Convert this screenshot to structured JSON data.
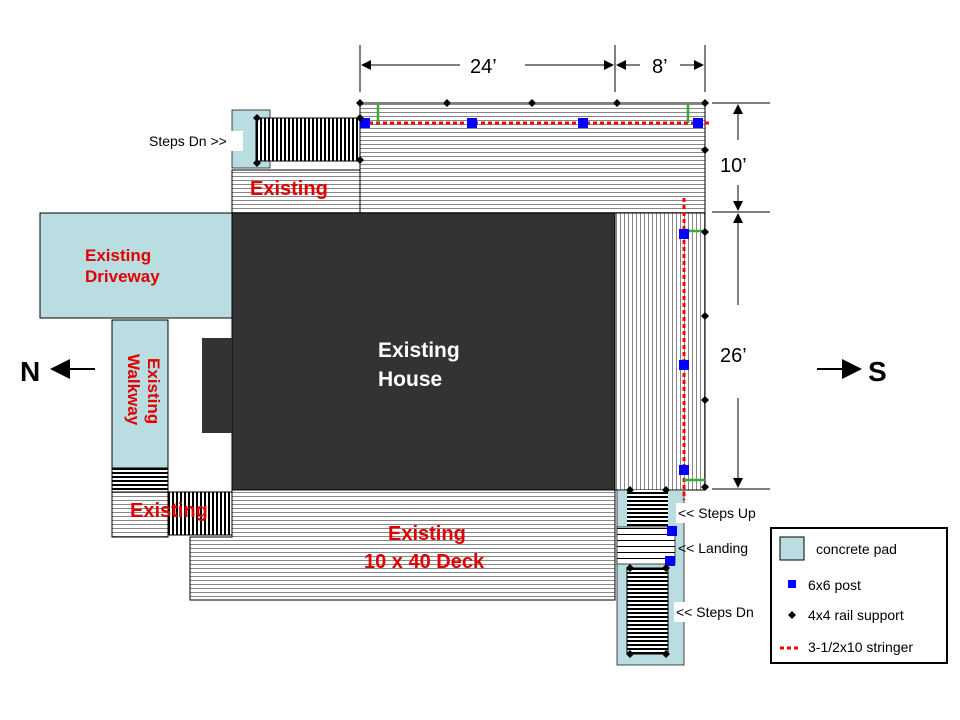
{
  "colors": {
    "concrete": "#b9dde0",
    "house": "#333333",
    "text_red": "#e00000",
    "post": "#0000ff",
    "stringer": "#ff0000",
    "green": "#33aa33"
  },
  "dimensions": {
    "top_left": "24’",
    "top_right": "8’",
    "right_upper": "10’",
    "right_lower": "26’"
  },
  "compass": {
    "north": "N",
    "south": "S"
  },
  "labels": {
    "steps_dn_top": "Steps Dn >>",
    "existing_upper": "Existing",
    "driveway_1": "Existing",
    "driveway_2": "Driveway",
    "house_1": "Existing",
    "house_2": "House",
    "walkway_1": "Existing",
    "walkway_2": "Walkway",
    "existing_lower_left": "Existing",
    "deck_1": "Existing",
    "deck_2": "10 x 40 Deck",
    "steps_up": "<< Steps Up",
    "landing": "<< Landing",
    "steps_dn": "<< Steps Dn"
  },
  "legend": [
    {
      "icon": "concrete-pad-swatch",
      "label": "concrete pad"
    },
    {
      "icon": "post-square-icon",
      "label": "6x6 post"
    },
    {
      "icon": "rail-diamond-icon",
      "label": "4x4 rail support"
    },
    {
      "icon": "stringer-dash-icon",
      "label": "3-1/2x10 stringer"
    }
  ]
}
